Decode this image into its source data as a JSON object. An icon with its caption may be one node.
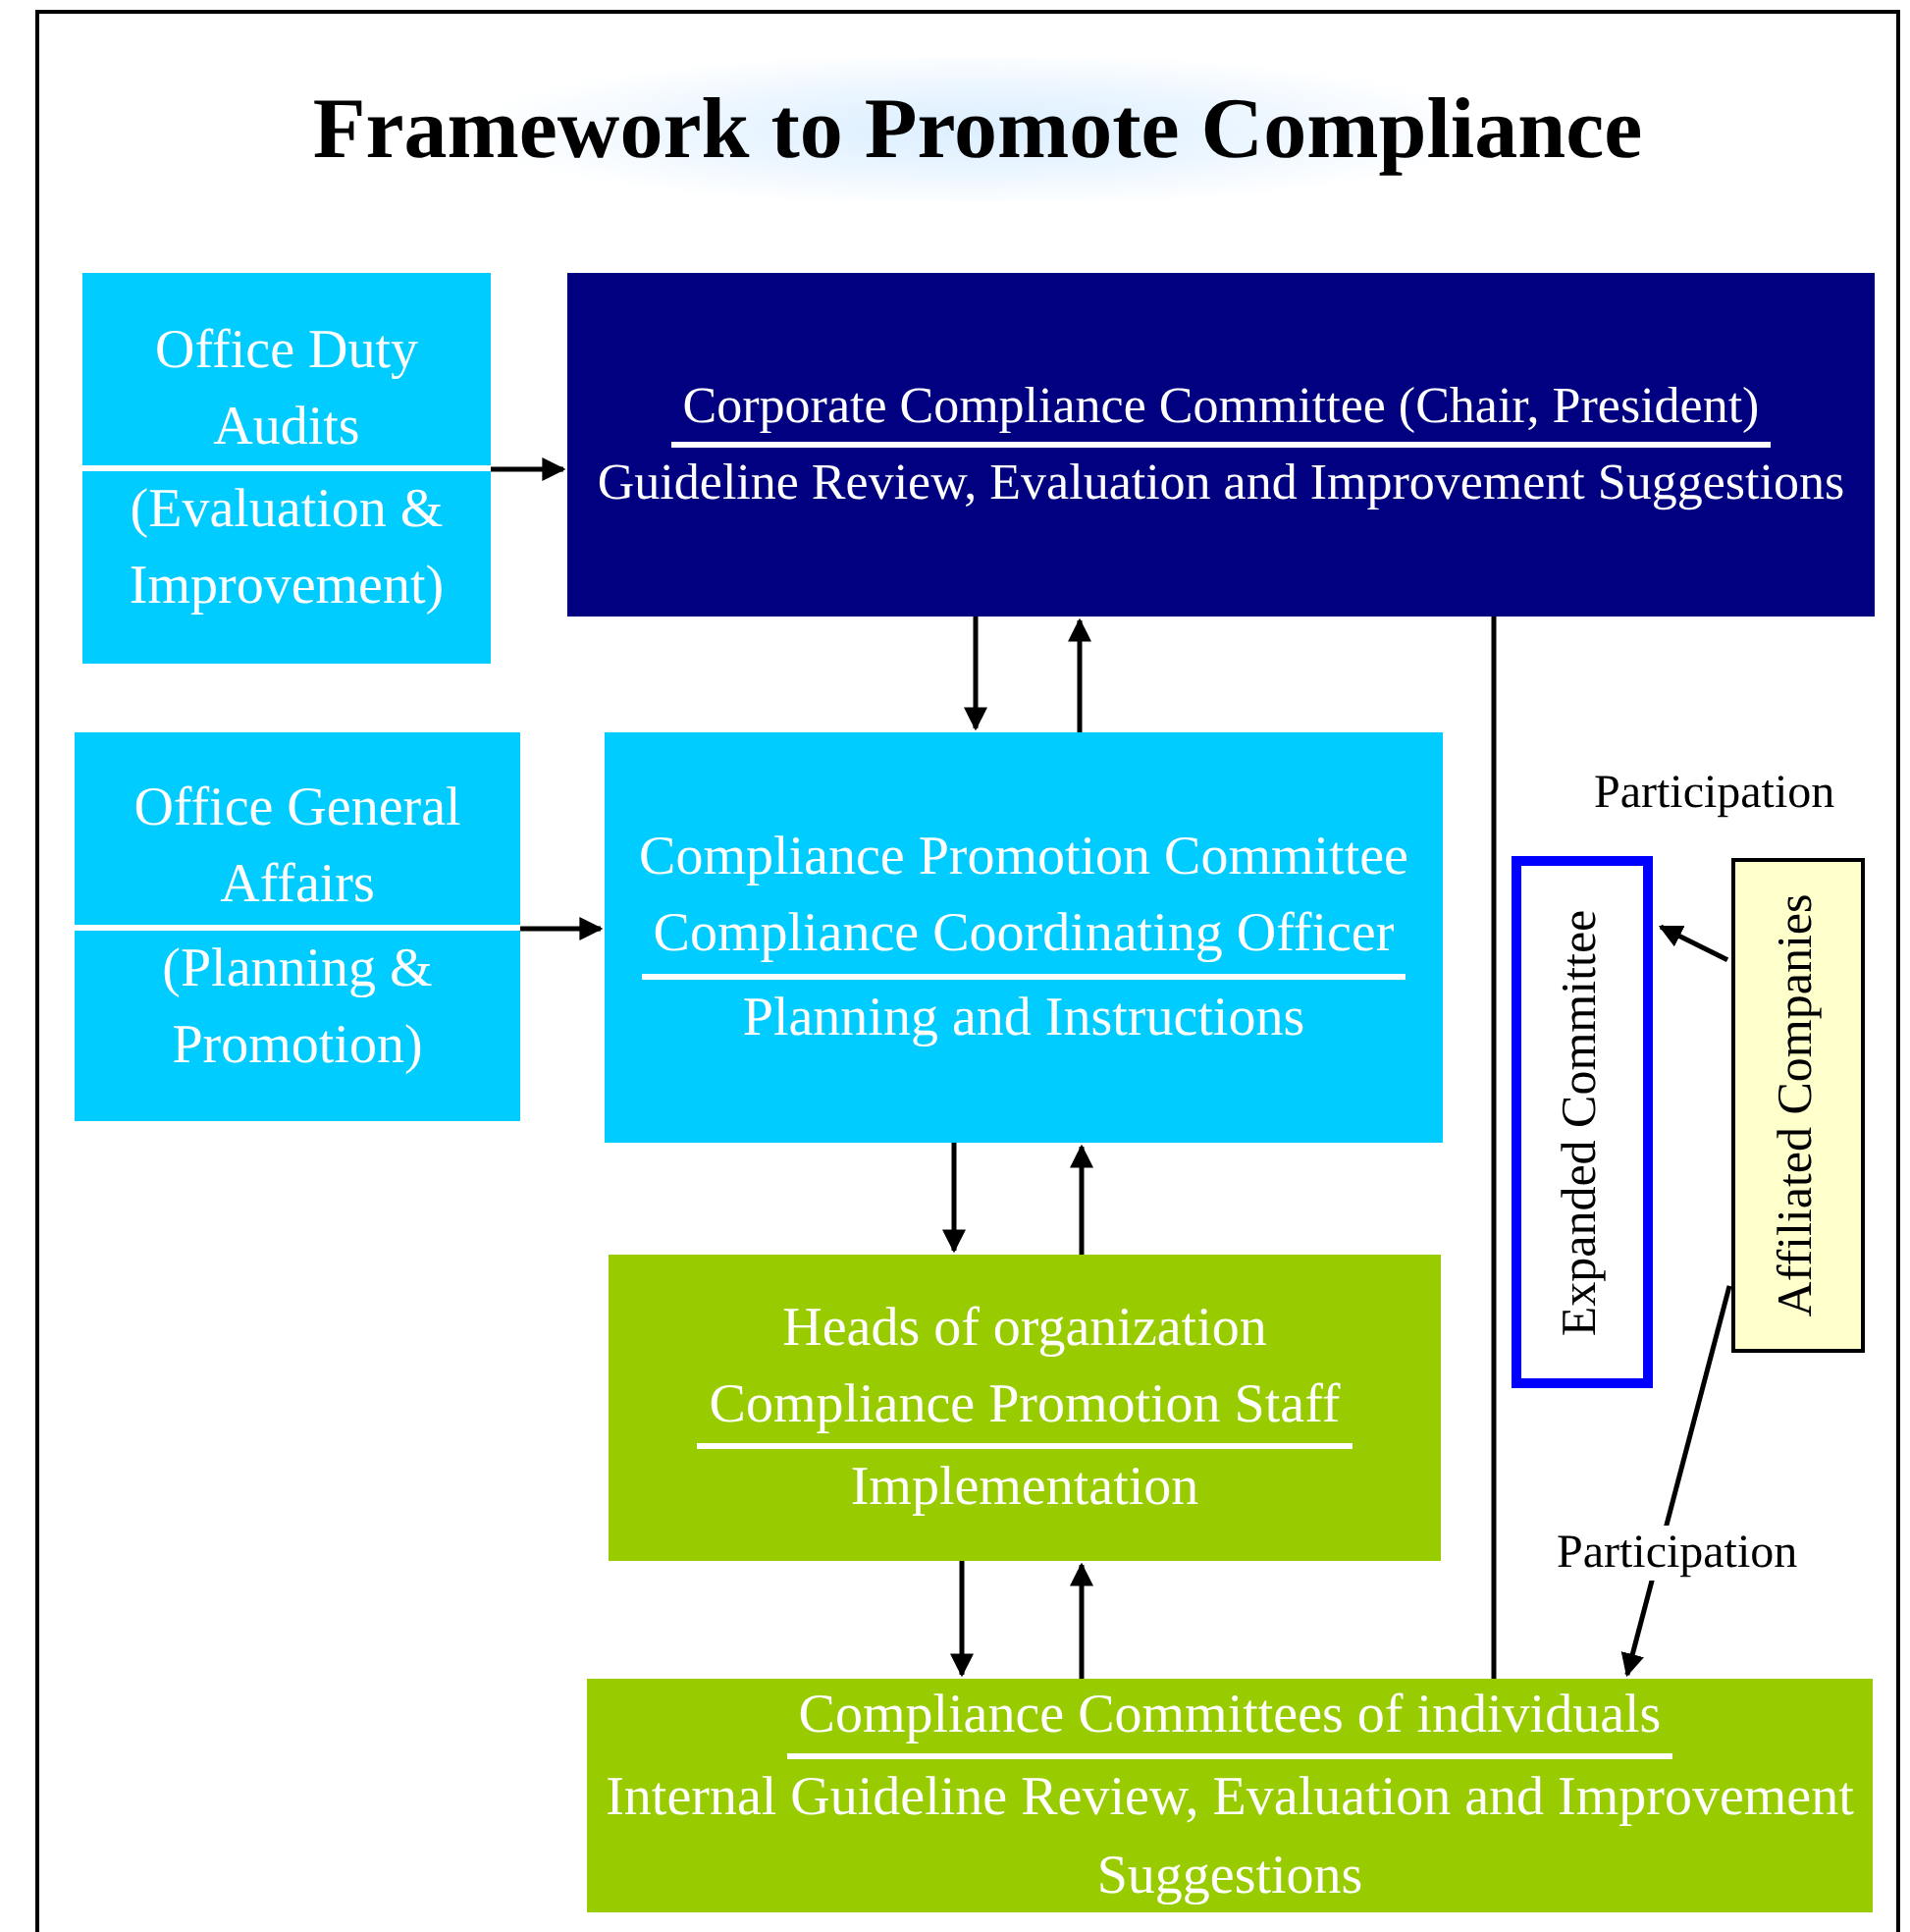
{
  "diagram": {
    "title": "Framework to Promote Compliance",
    "nodes": [
      {
        "text": [
          "Office Duty Audits",
          "(Evaluation & Improvement)"
        ]
      },
      {
        "text": [
          "Corporate Compliance Committee (Chair, President)",
          "Guideline Review, Evaluation and Improvement Suggestions"
        ]
      },
      {
        "text": [
          "Office General Affairs",
          "(Planning & Promotion)"
        ]
      },
      {
        "text": [
          "Compliance Promotion Committee",
          "Compliance Coordinating Officer",
          "Planning and Instructions"
        ]
      },
      {
        "text": [
          "Heads of organization",
          "Compliance Promotion Staff",
          "Implementation"
        ]
      },
      {
        "text": [
          "Expanded Committee"
        ]
      },
      {
        "text": [
          "Affiliated Companies"
        ]
      },
      {
        "text": [
          "Compliance Committees of individuals",
          "Internal Guideline Review, Evaluation and Improvement Suggestions"
        ]
      }
    ],
    "edges": [
      {
        "from": 0,
        "to": 1,
        "arrow": "to"
      },
      {
        "from": 2,
        "to": 3,
        "arrow": "to"
      },
      {
        "from": 1,
        "to": 3,
        "arrow": "to"
      },
      {
        "from": 3,
        "to": 1,
        "arrow": "to"
      },
      {
        "from": 3,
        "to": 4,
        "arrow": "to"
      },
      {
        "from": 4,
        "to": 3,
        "arrow": "to"
      },
      {
        "from": 4,
        "to": 7,
        "arrow": "to"
      },
      {
        "from": 7,
        "to": 4,
        "arrow": "to"
      },
      {
        "from": 1,
        "to": 7,
        "arrow": "none"
      },
      {
        "from": 6,
        "to": 5,
        "arrow": "to",
        "label": "Participation"
      },
      {
        "from": 6,
        "to": 7,
        "arrow": "to",
        "label": "Participation"
      }
    ]
  }
}
